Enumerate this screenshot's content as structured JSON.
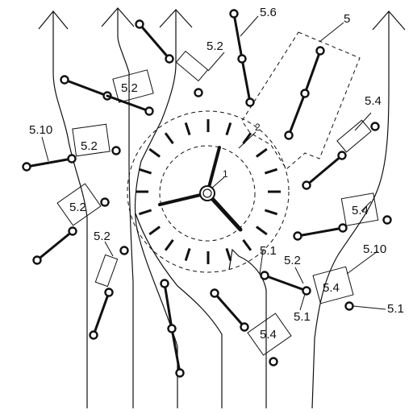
{
  "labels": {
    "hub": "1",
    "inner_circle": "2",
    "dashed_frame": "5",
    "l_5_6": "5.6",
    "l_5_2_top": "5.2",
    "l_5_2_left_upper": "5.2",
    "l_5_2_left_mid": "5.2",
    "l_5_2_left_lower": "5.2",
    "l_5_2_left_small": "5.2",
    "l_5_2_right": "5.2",
    "l_5_4_upper_right": "5.4",
    "l_5_4_right": "5.4",
    "l_5_4_lower_right": "5.4",
    "l_5_4_bottom": "5.4",
    "l_5_10_left": "5.10",
    "l_5_10_right": "5.10",
    "l_5_1_center": "5.1",
    "l_5_1_lower": "5.1",
    "l_5_1_far_right": "5.1"
  }
}
